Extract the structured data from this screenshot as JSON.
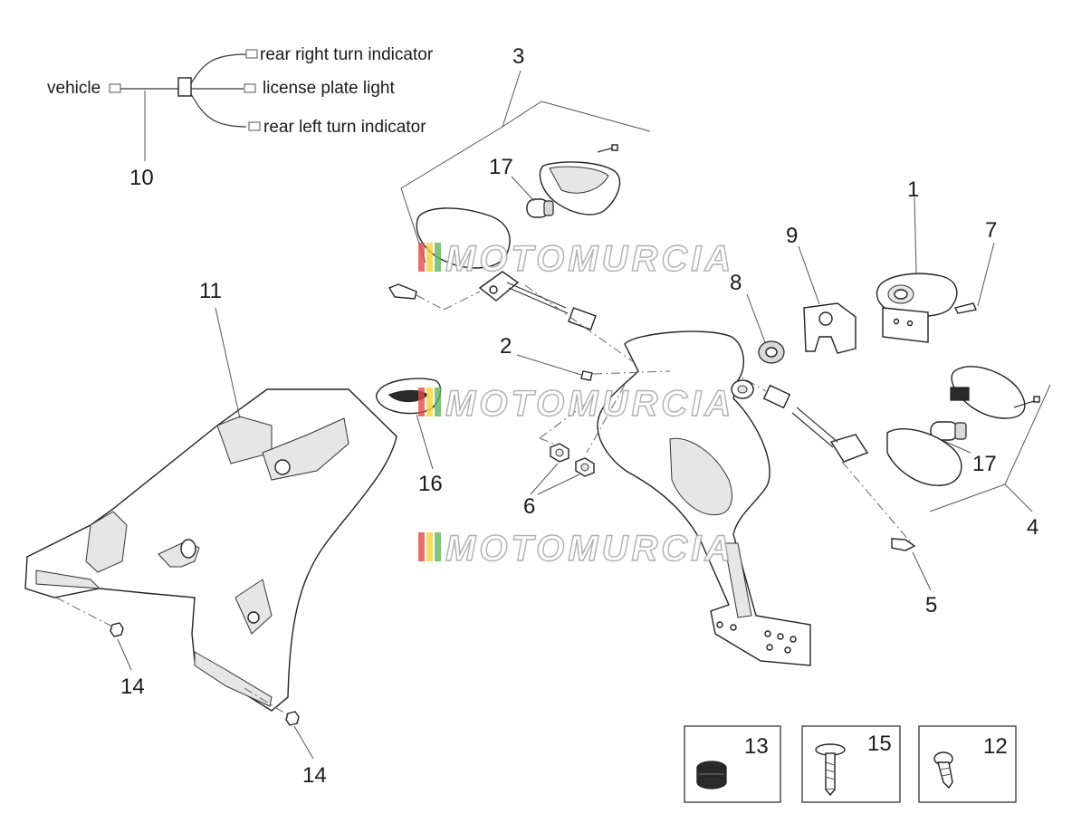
{
  "wiring": {
    "vehicle": "vehicle",
    "rear_right": "rear right turn indicator",
    "license_plate": "license plate light",
    "rear_left": "rear left turn indicator"
  },
  "callouts": {
    "c1": "1",
    "c2": "2",
    "c3": "3",
    "c4": "4",
    "c5": "5",
    "c6": "6",
    "c7": "7",
    "c8": "8",
    "c9": "9",
    "c10": "10",
    "c11": "11",
    "c12": "12",
    "c13": "13",
    "c14a": "14",
    "c14b": "14",
    "c15": "15",
    "c16": "16",
    "c17a": "17",
    "c17b": "17"
  },
  "watermark": "MOTOMURCIA",
  "colors": {
    "watermark_red": "#e24a4a",
    "watermark_yellow": "#f2d23c",
    "watermark_green": "#5fb55f"
  }
}
